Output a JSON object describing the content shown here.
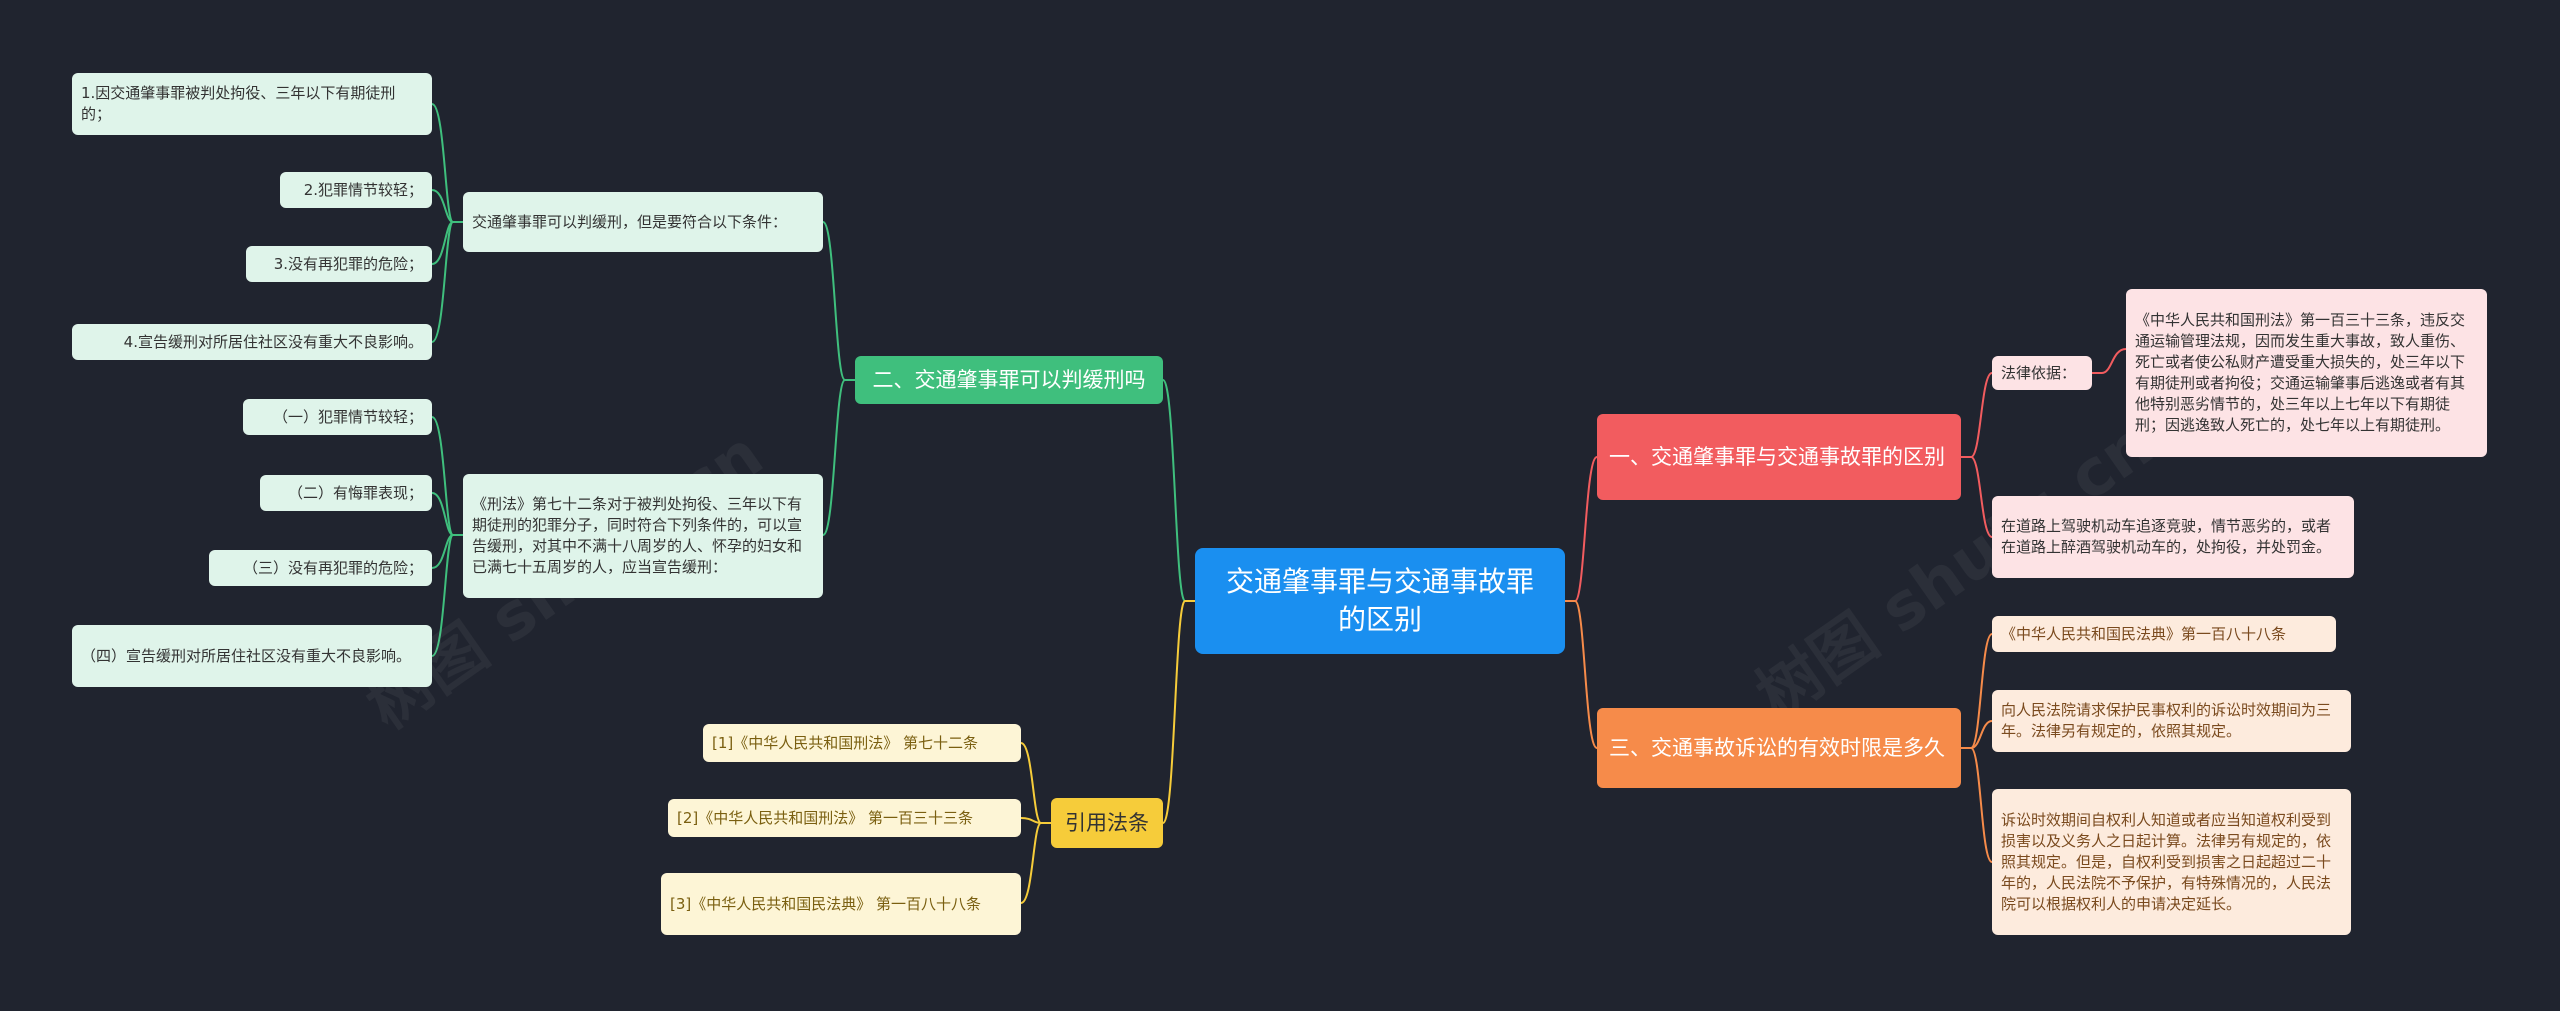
{
  "root": {
    "title": "交通肇事罪与交通事故罪的区别"
  },
  "branches": {
    "b1": {
      "label": "一、交通肇事罪与交通事故罪的区别",
      "basis_label": "法律依据：",
      "basis_text": "《中华人民共和国刑法》第一百三十三条，违反交通运输管理法规，因而发生重大事故，致人重伤、死亡或者使公私财产遭受重大损失的，处三年以下有期徒刑或者拘役；交通运输肇事后逃逸或者有其他特别恶劣情节的，处三年以上七年以下有期徒刑；因逃逸致人死亡的，处七年以上有期徒刑。",
      "note": "在道路上驾驶机动车追逐竞驶，情节恶劣的，或者在道路上醉酒驾驶机动车的，处拘役，并处罚金。"
    },
    "b3": {
      "label": "三、交通事故诉讼的有效时限是多久",
      "items": [
        "《中华人民共和国民法典》第一百八十八条",
        "向人民法院请求保护民事权利的诉讼时效期间为三年。法律另有规定的，依照其规定。",
        "诉讼时效期间自权利人知道或者应当知道权利受到损害以及义务人之日起计算。法律另有规定的，依照其规定。但是，自权利受到损害之日起超过二十年的，人民法院不予保护，有特殊情况的，人民法院可以根据权利人的申请决定延长。"
      ]
    },
    "b2": {
      "label": "二、交通肇事罪可以判缓刑吗",
      "sub1": {
        "label": "交通肇事罪可以判缓刑，但是要符合以下条件：",
        "items": [
          "1.因交通肇事罪被判处拘役、三年以下有期徒刑的；",
          "2.犯罪情节较轻；",
          "3.没有再犯罪的危险；",
          "4.宣告缓刑对所居住社区没有重大不良影响。"
        ]
      },
      "sub2": {
        "label": "《刑法》第七十二条对于被判处拘役、三年以下有期徒刑的犯罪分子，同时符合下列条件的，可以宣告缓刑，对其中不满十八周岁的人、怀孕的妇女和已满七十五周岁的人，应当宣告缓刑：",
        "items": [
          "（一）犯罪情节较轻；",
          "（二）有悔罪表现；",
          "（三）没有再犯罪的危险；",
          "（四）宣告缓刑对所居住社区没有重大不良影响。"
        ]
      }
    },
    "b4": {
      "label": "引用法条",
      "items": [
        "[1]《中华人民共和国刑法》 第七十二条",
        "[2]《中华人民共和国刑法》 第一百三十三条",
        "[3]《中华人民共和国民法典》 第一百八十八条"
      ]
    }
  },
  "colors": {
    "background": "#20242f",
    "root": "#1a8ff0",
    "red": "#f25c5f",
    "orange": "#f68b4a",
    "green": "#3fbf7d",
    "yellow": "#f6cc3a"
  }
}
